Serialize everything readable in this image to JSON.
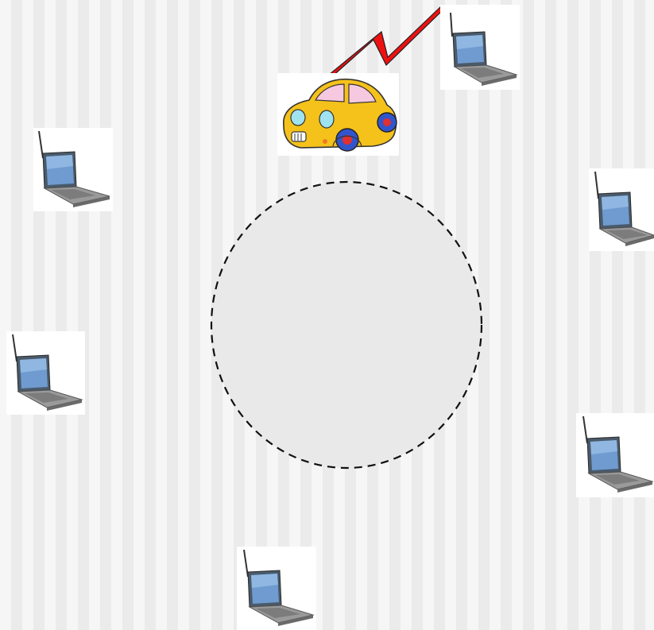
{
  "scene": {
    "nodes": [
      {
        "id": "laptop-top-right",
        "icon": "laptop-icon"
      },
      {
        "id": "laptop-upper-left",
        "icon": "laptop-icon"
      },
      {
        "id": "laptop-right",
        "icon": "laptop-icon"
      },
      {
        "id": "laptop-left",
        "icon": "laptop-icon"
      },
      {
        "id": "laptop-lower-right",
        "icon": "laptop-icon"
      },
      {
        "id": "laptop-bottom",
        "icon": "laptop-icon"
      }
    ],
    "vehicle": {
      "icon": "car-icon",
      "color": "#f5c21b"
    },
    "link": {
      "icon": "lightning-bolt-icon",
      "color": "#ee1111"
    },
    "coverage_area": {
      "style": "dashed-circle",
      "fill": "#e9e9e9",
      "stroke": "#111111"
    }
  }
}
